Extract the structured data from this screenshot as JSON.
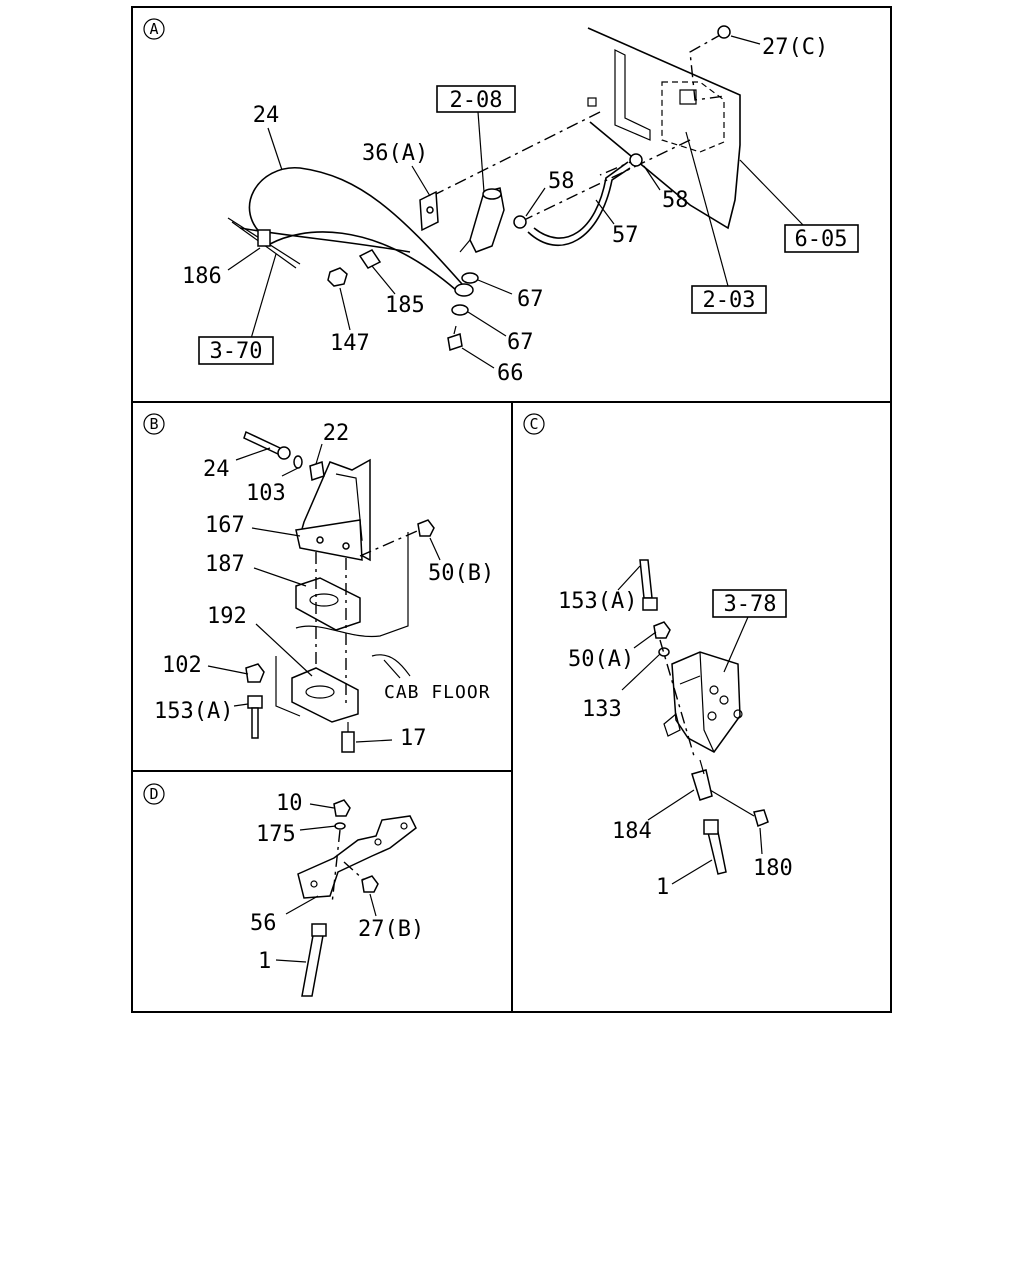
{
  "sections": {
    "a": {
      "marker": "A",
      "labels": {
        "l_27c": "27(C)",
        "l_208": "2-08",
        "l_24": "24",
        "l_36a": "36(A)",
        "l_58a": "58",
        "l_58b": "58",
        "l_57": "57",
        "l_605": "6-05",
        "l_203": "2-03",
        "l_186": "186",
        "l_185": "185",
        "l_67a": "67",
        "l_67b": "67",
        "l_147": "147",
        "l_66": "66",
        "l_370": "3-70"
      }
    },
    "b": {
      "marker": "B",
      "labels": {
        "l_22": "22",
        "l_24": "24",
        "l_103": "103",
        "l_167": "167",
        "l_187": "187",
        "l_50b": "50(B)",
        "l_192": "192",
        "l_102": "102",
        "l_cab": "CAB FLOOR",
        "l_153a": "153(A)",
        "l_17": "17"
      }
    },
    "c": {
      "marker": "C",
      "labels": {
        "l_153a": "153(A)",
        "l_378": "3-78",
        "l_50a": "50(A)",
        "l_133": "133",
        "l_184": "184",
        "l_180": "180",
        "l_1": "1"
      }
    },
    "d": {
      "marker": "D",
      "labels": {
        "l_10": "10",
        "l_175": "175",
        "l_56": "56",
        "l_27b": "27(B)",
        "l_1": "1"
      }
    }
  }
}
